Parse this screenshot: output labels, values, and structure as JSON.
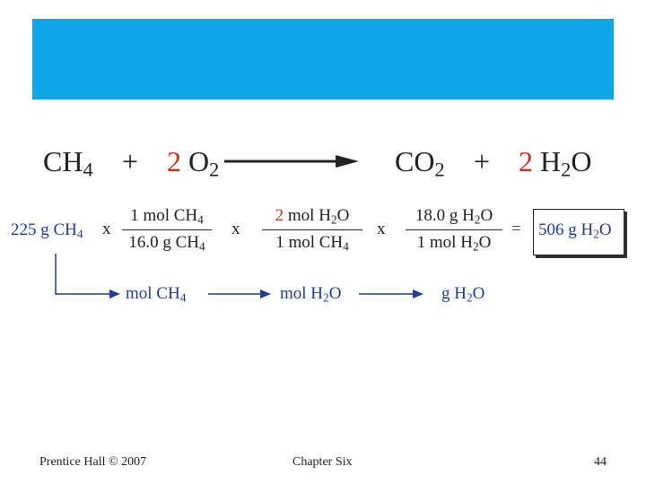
{
  "colors": {
    "banner": "#0ea5e9",
    "red": "#d42a1e",
    "blue": "#1f3c9c",
    "text": "#222222"
  },
  "equation": {
    "ch4": "CH",
    "ch4_sub": "4",
    "plus": "+",
    "o2_coef": "2",
    "o2": "O",
    "o2_sub": "2",
    "co2": "CO",
    "co2_sub": "2",
    "h2o_coef": "2",
    "h2o_h": "H",
    "h2o_sub": "2",
    "h2o_o": "O"
  },
  "calculation": {
    "given": {
      "amount": "225 g CH",
      "sub": "4"
    },
    "times": "x",
    "factor1": {
      "num": "1 mol CH",
      "num_sub": "4",
      "den": "16.0 g CH",
      "den_sub": "4"
    },
    "factor2": {
      "num_coef": "2",
      "num": " mol H",
      "num_sub": "2",
      "num_end": "O",
      "den": "1 mol CH",
      "den_sub": "4"
    },
    "factor3": {
      "num": "18.0 g H",
      "num_sub": "2",
      "num_end": "O",
      "den": "1 mol H",
      "den_sub": "2",
      "den_end": "O"
    },
    "equals": "=",
    "answer": {
      "text": "506 g H",
      "sub": "2",
      "end": "O"
    }
  },
  "flow": {
    "step1": {
      "text": "mol CH",
      "sub": "4"
    },
    "step2": {
      "text": "mol H",
      "sub": "2",
      "end": "O"
    },
    "step3": {
      "text": "g H",
      "sub": "2",
      "end": "O"
    }
  },
  "footer": {
    "left": "Prentice Hall © 2007",
    "center": "Chapter Six",
    "right": "44"
  }
}
